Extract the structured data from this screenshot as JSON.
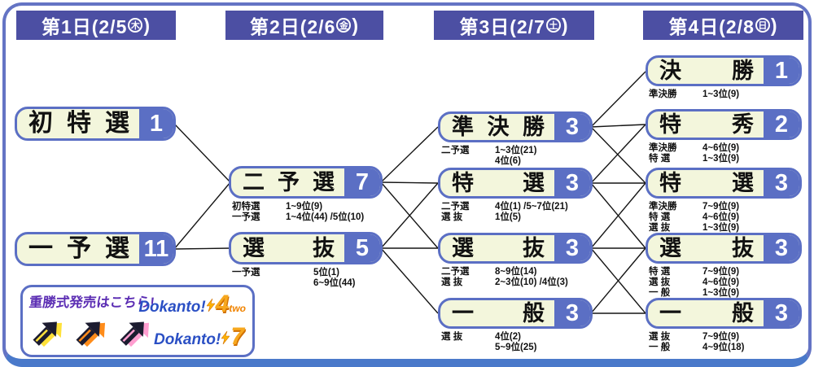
{
  "days": [
    {
      "prefix": "第1日(2/5",
      "weekday": "木",
      "suffix": ")"
    },
    {
      "prefix": "第2日(2/6",
      "weekday": "金",
      "suffix": ")"
    },
    {
      "prefix": "第3日(2/7",
      "weekday": "土",
      "suffix": ")"
    },
    {
      "prefix": "第4日(2/8",
      "weekday": "日",
      "suffix": ")"
    }
  ],
  "boxes": [
    {
      "title": "初特選",
      "count": "1",
      "notes": []
    },
    {
      "title": "一予選",
      "count": "11",
      "notes": []
    },
    {
      "title": "二予選",
      "count": "7",
      "notes": [
        {
          "src": "初特選",
          "val": "1~9位(9)"
        },
        {
          "src": "一予選",
          "val": "1~4位(44) /5位(10)"
        }
      ]
    },
    {
      "title": "選抜",
      "count": "5",
      "notes": [
        {
          "src": "一予選",
          "val": "5位(1)"
        },
        {
          "src": "",
          "val": "6~9位(44)"
        }
      ]
    },
    {
      "title": "準決勝",
      "count": "3",
      "notes": [
        {
          "src": "二予選",
          "val": "1~3位(21)"
        },
        {
          "src": "",
          "val": "4位(6)"
        }
      ]
    },
    {
      "title": "特選",
      "count": "3",
      "notes": [
        {
          "src": "二予選",
          "val": "4位(1) /5~7位(21)"
        },
        {
          "src": "選 抜",
          "val": "1位(5)"
        }
      ]
    },
    {
      "title": "選抜",
      "count": "3",
      "notes": [
        {
          "src": "二予選",
          "val": "8~9位(14)"
        },
        {
          "src": "選 抜",
          "val": "2~3位(10) /4位(3)"
        }
      ]
    },
    {
      "title": "一般",
      "count": "3",
      "notes": [
        {
          "src": "選 抜",
          "val": "4位(2)"
        },
        {
          "src": "",
          "val": "5~9位(25)"
        }
      ]
    },
    {
      "title": "決勝",
      "count": "1",
      "notes": [
        {
          "src": "準決勝",
          "val": "1~3位(9)"
        }
      ]
    },
    {
      "title": "特秀",
      "count": "2",
      "notes": [
        {
          "src": "準決勝",
          "val": "4~6位(9)"
        },
        {
          "src": "特 選",
          "val": "1~3位(9)"
        }
      ]
    },
    {
      "title": "特選",
      "count": "3",
      "notes": [
        {
          "src": "準決勝",
          "val": "7~9位(9)"
        },
        {
          "src": "特 選",
          "val": "4~6位(9)"
        },
        {
          "src": "選 抜",
          "val": "1~3位(9)"
        }
      ]
    },
    {
      "title": "選抜",
      "count": "3",
      "notes": [
        {
          "src": "特 選",
          "val": "7~9位(9)"
        },
        {
          "src": "選 抜",
          "val": "4~6位(9)"
        },
        {
          "src": "一 般",
          "val": "1~3位(9)"
        }
      ]
    },
    {
      "title": "一般",
      "count": "3",
      "notes": [
        {
          "src": "選 抜",
          "val": "7~9位(9)"
        },
        {
          "src": "一 般",
          "val": "4~9位(18)"
        }
      ]
    }
  ],
  "promo": {
    "heading": "重勝式発売はこちら!",
    "logos": [
      {
        "brand": "Dokanto!",
        "number": "4",
        "suffix": "two"
      },
      {
        "brand": "Dokanto!",
        "number": "7",
        "suffix": ""
      }
    ],
    "arrow_icons": [
      "chari-loto-arrow-yellow",
      "chari-loto-arrow-orange",
      "chari-loto-arrow-pink"
    ]
  },
  "colors": {
    "header_bg": "#4c4fa3",
    "box_border": "#5b6fc4",
    "box_fill": "#f3f6dc",
    "frame_border": "#6474c4",
    "frame_bottom": "#4a79ca",
    "promo_heading": "#5b2db3",
    "dokanto_blue": "#2a4fc4",
    "dokanto_number": "#f7a81f"
  }
}
